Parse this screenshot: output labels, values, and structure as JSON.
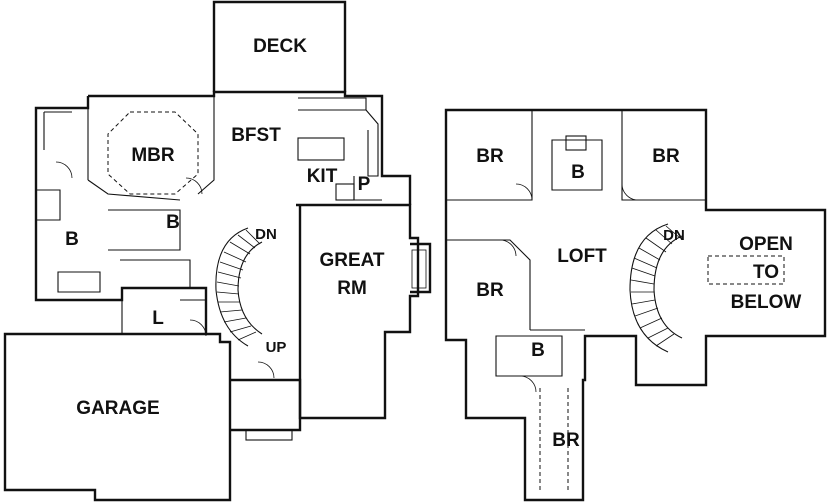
{
  "main_floor": {
    "rooms": {
      "deck": "DECK",
      "mbr": "MBR",
      "bfst": "BFST",
      "kit": "KIT",
      "pantry": "P",
      "bath_left": "B",
      "bath_master": "B",
      "great_rm_line1": "GREAT",
      "great_rm_line2": "RM",
      "laundry": "L",
      "garage": "GARAGE"
    },
    "stairs": {
      "down": "DN",
      "up": "UP"
    }
  },
  "upper_floor": {
    "rooms": {
      "br_top_left": "BR",
      "br_top_right": "BR",
      "bath_top": "B",
      "loft": "LOFT",
      "br_left": "BR",
      "bath_lower": "B",
      "br_bottom": "BR",
      "open_line1": "OPEN",
      "open_line2": "TO",
      "open_line3": "BELOW"
    },
    "stairs": {
      "down": "DN"
    }
  }
}
